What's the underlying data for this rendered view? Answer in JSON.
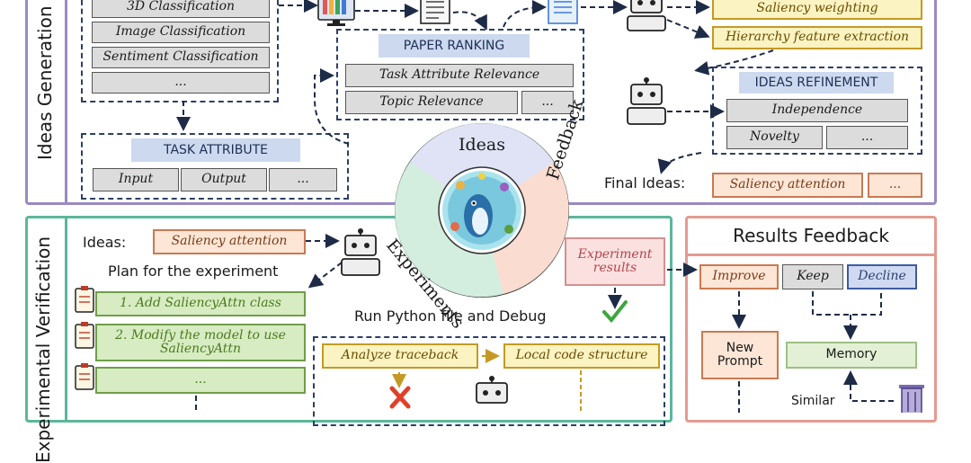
{
  "colors": {
    "ideas_panel": "#9a8ac2",
    "verify_panel": "#5bb79a",
    "feedback_panel": "#e59a90",
    "dash": "#1d2b47",
    "yellow_border": "#c49a25",
    "green_border": "#6f9e4a"
  },
  "ideas_generation": {
    "title": "Ideas Generation",
    "task_list": [
      "3D Classification",
      "Image Classification",
      "Sentiment Classification",
      "..."
    ],
    "paper_ranking": {
      "header": "PAPER RANKING",
      "items": [
        "Task Attribute Relevance",
        "Topic Relevance",
        "..."
      ]
    },
    "task_attribute": {
      "header": "TASK ATTRIBUTE",
      "items": [
        "Input",
        "Output",
        "..."
      ]
    },
    "features": [
      "Saliency weighting",
      "Hierarchy feature extraction"
    ],
    "ideas_refinement": {
      "header": "IDEAS REFINEMENT",
      "items": [
        "Independence",
        "Novelty",
        "..."
      ]
    },
    "final_ideas_label": "Final Ideas:",
    "final_ideas": [
      "Saliency attention",
      "..."
    ]
  },
  "center_cycle": {
    "ideas": "Ideas",
    "experiments": "Experiments",
    "feedback": "Feedback"
  },
  "experimental_verification": {
    "title": "Experimental Verification",
    "ideas_label": "Ideas:",
    "idea_value": "Saliency attention",
    "plan_title": "Plan for the experiment",
    "plan_steps": [
      "1. Add SaliencyAttn class",
      "2. Modify the model to use SaliencyAttn",
      "..."
    ],
    "experiment_results": "Experiment results",
    "debug_title": "Run Python file and Debug",
    "debug_items": [
      "Analyze traceback",
      "Local code structure"
    ]
  },
  "results_feedback": {
    "title": "Results Feedback",
    "options": [
      "Improve",
      "Keep",
      "Decline"
    ],
    "new_prompt": "New Prompt",
    "memory": "Memory",
    "similar": "Similar"
  }
}
